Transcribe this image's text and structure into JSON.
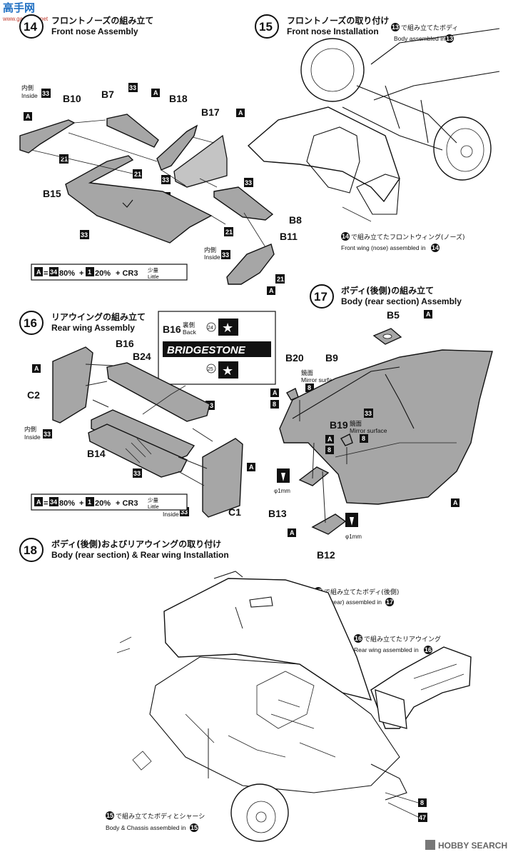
{
  "watermark_top": {
    "cn": "高手网",
    "url": "www.gaoshou.net"
  },
  "watermark_bottom": "HOBBY SEARCH",
  "steps": [
    {
      "num": "14",
      "jp": "フロントノーズの組み立て",
      "en": "Front nose Assembly"
    },
    {
      "num": "15",
      "jp": "フロントノーズの取り付け",
      "en": "Front nose Installation"
    },
    {
      "num": "16",
      "jp": "リアウイングの組み立て",
      "en": "Rear wing Assembly"
    },
    {
      "num": "17",
      "jp": "ボディ(後側)の組み立て",
      "en": "Body (rear section) Assembly"
    },
    {
      "num": "18",
      "jp": "ボディ(後側)およびリアウイングの取り付け",
      "en": "Body (rear section) & Rear wing Installation"
    }
  ],
  "step14": {
    "parts": [
      "B10",
      "B7",
      "B18",
      "B17",
      "B15",
      "B8",
      "B11"
    ],
    "inside_jp": "内側",
    "inside_en": "Inside",
    "color_a": "A",
    "color_33": "33",
    "color_21": "21",
    "mix": {
      "a": "A",
      "c1": "34",
      "p1": "80%",
      "plus": "+",
      "c2": "1",
      "p2": "20%",
      "rest": "+ CR3",
      "little_jp": "少量",
      "little_en": "Little"
    }
  },
  "step15": {
    "body_ref_num": "13",
    "body_ref_jp": "で組み立てたボディ",
    "body_ref_en": "Body assembled in",
    "wing_ref_num": "14",
    "wing_ref_jp": "で組み立てたフロントウィング(ノーズ)",
    "wing_ref_en": "Front wing (nose) assembled in"
  },
  "step16": {
    "parts": [
      "B16",
      "B24",
      "C2",
      "B14",
      "C1"
    ],
    "decal_part": "B16",
    "decal_back_jp": "裏側",
    "decal_back_en": "Back",
    "decal_num1": "24",
    "decal_num2": "25",
    "decal_text": "BRIDGESTONE",
    "inside_jp": "内側",
    "inside_en": "Inside",
    "mix": {
      "a": "A",
      "c1": "34",
      "p1": "80%",
      "plus": "+",
      "c2": "1",
      "p2": "20%",
      "rest": "+ CR3",
      "little_jp": "少量",
      "little_en": "Little"
    }
  },
  "step17": {
    "parts": [
      "B5",
      "B20",
      "B9",
      "B19",
      "B13",
      "B12"
    ],
    "mirror_jp": "鏡面",
    "mirror_en": "Mirror surface",
    "drill": "φ1mm",
    "color_a": "A",
    "color_8": "8",
    "color_33": "33"
  },
  "step18": {
    "body_ref_num": "17",
    "body_ref_jp": "で組み立てたボディ(後側)",
    "body_ref_en": "Body (rear) assembled in",
    "wing_ref_num": "16",
    "wing_ref_jp": "で組み立てたリアウイング",
    "wing_ref_en": "Rear wing assembled in",
    "chassis_ref_num": "15",
    "chassis_ref_jp": "で組み立てたボディとシャーシ",
    "chassis_ref_en": "Body & Chassis assembled in",
    "color_8": "8",
    "color_47": "47"
  }
}
